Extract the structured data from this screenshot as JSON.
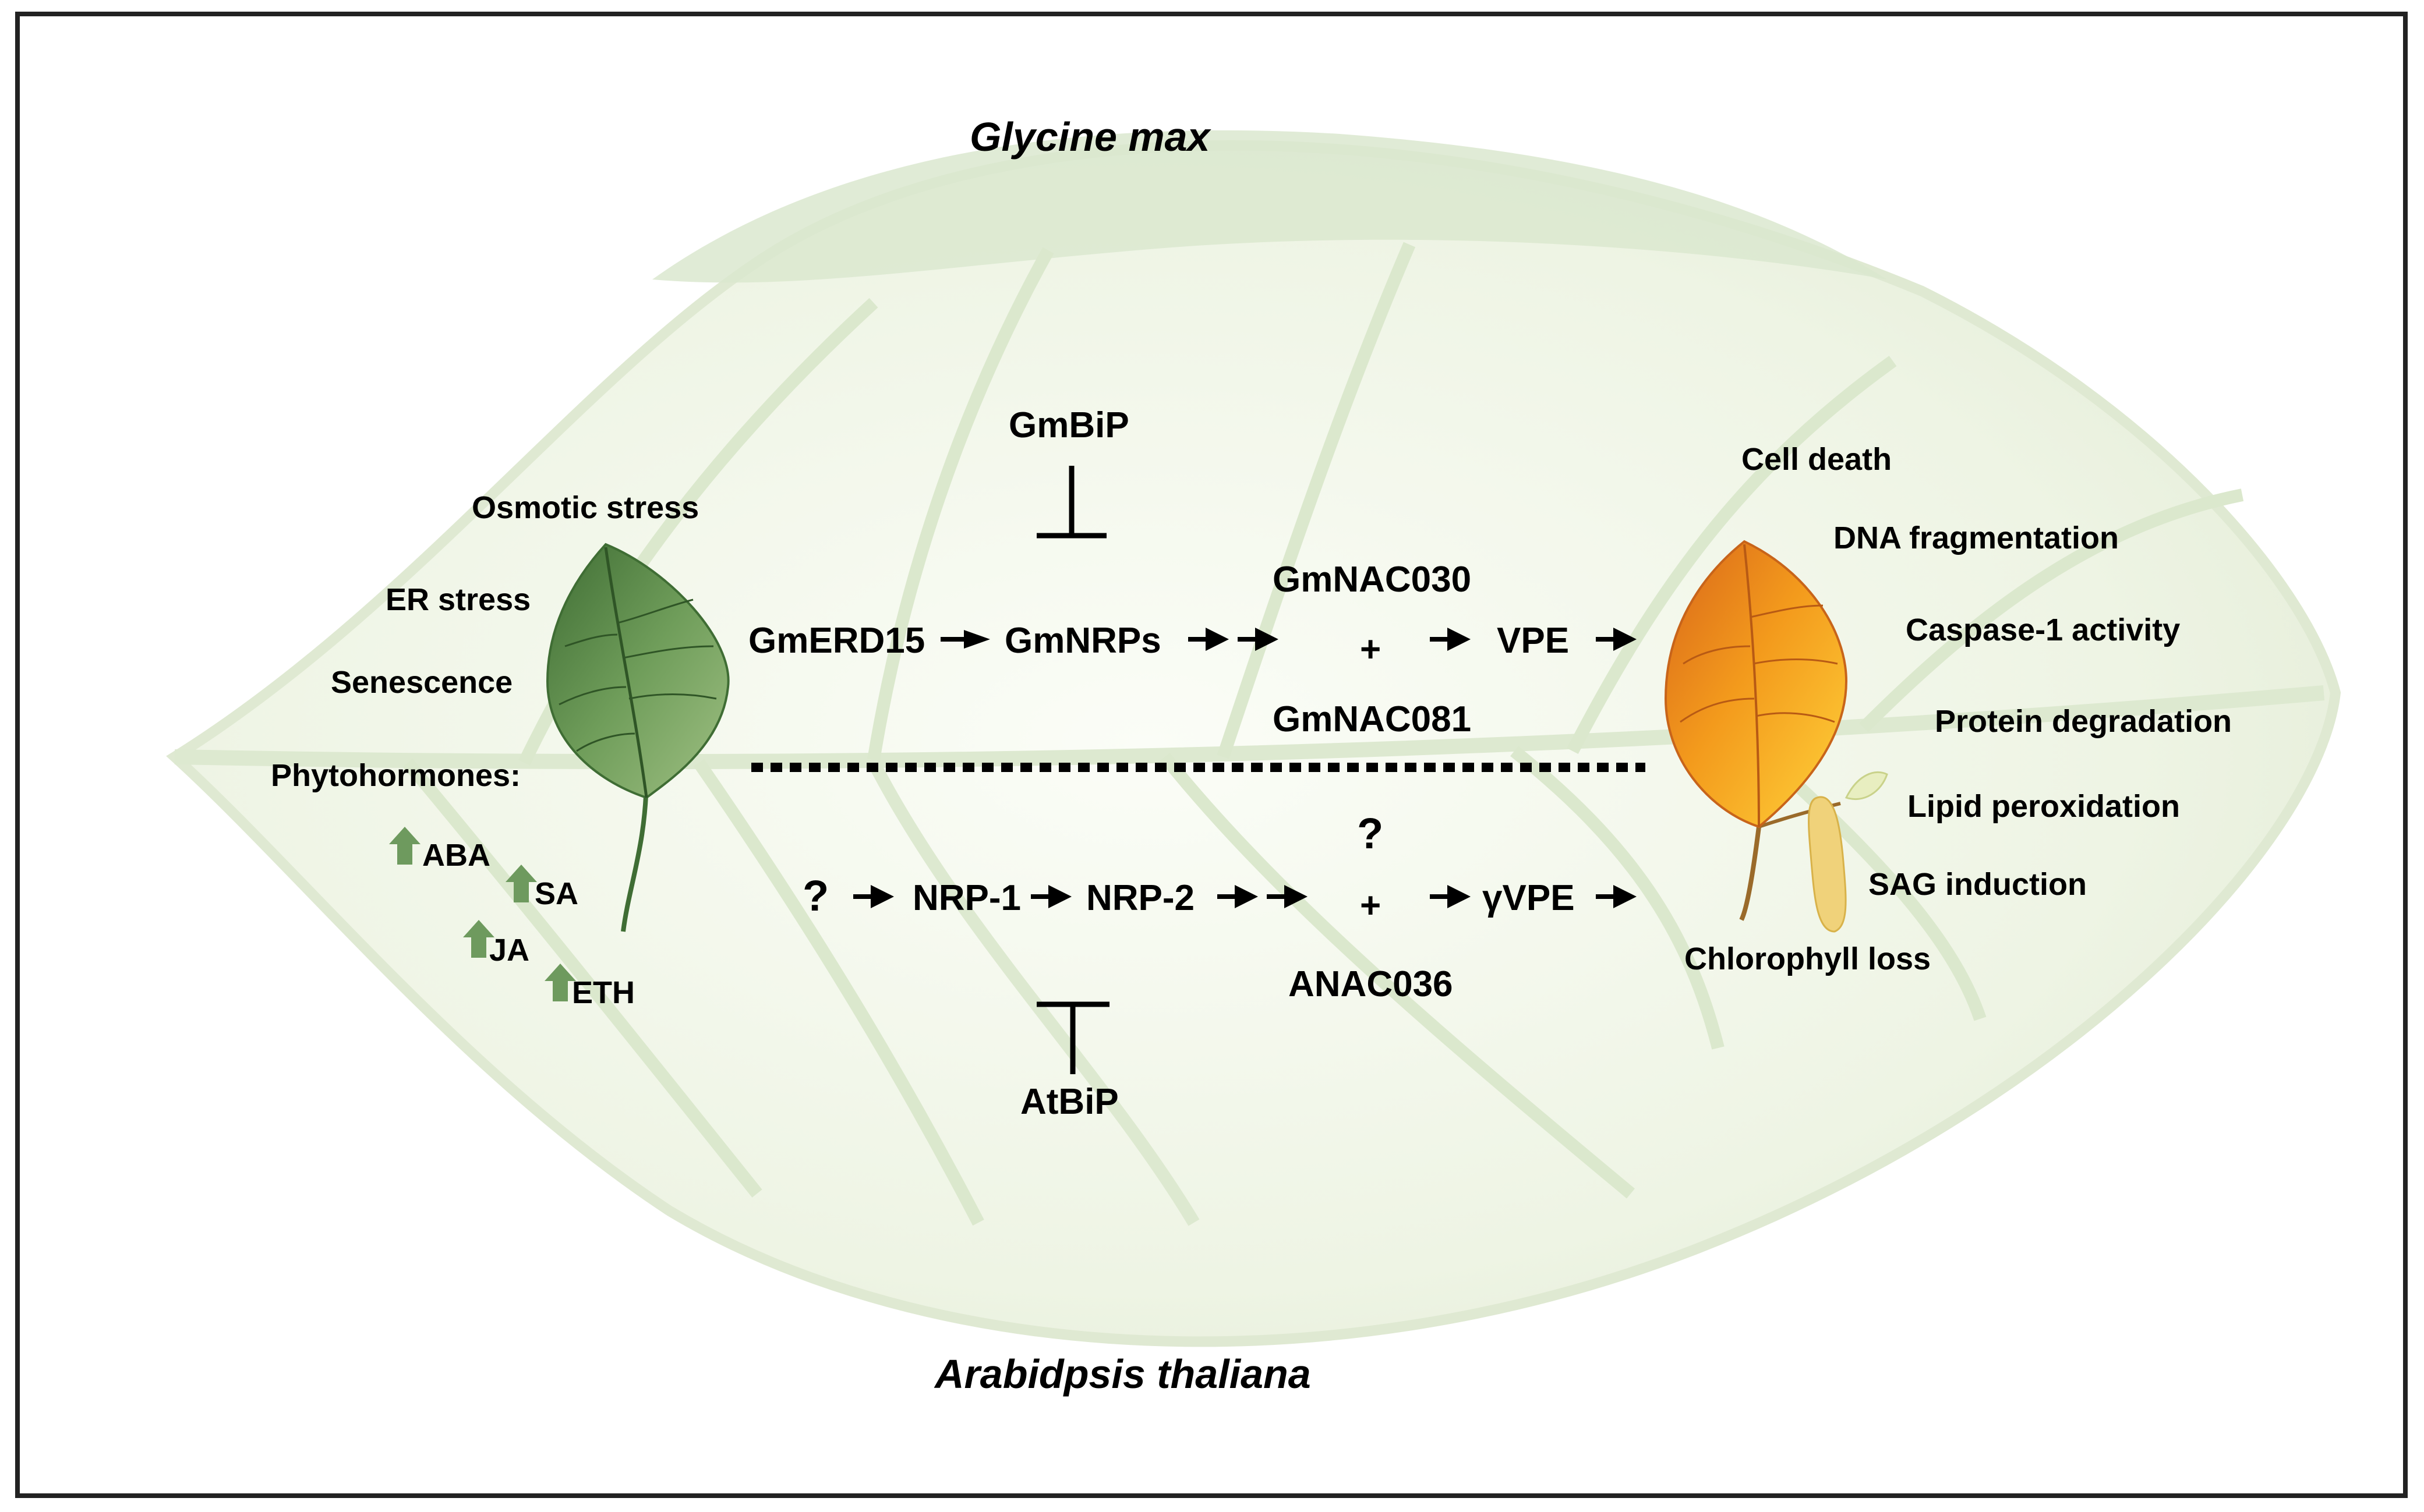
{
  "titles": {
    "top": "Glycine max",
    "bottom": "Arabidpsis thaliana"
  },
  "stimuli": {
    "osmotic": "Osmotic stress",
    "er": "ER stress",
    "senescence": "Senescence",
    "phytohormones": "Phytohormones:",
    "hormones": [
      "ABA",
      "SA",
      "JA",
      "ETH"
    ]
  },
  "soybean_pathway": {
    "inhibitor": "GmBiP",
    "erd15": "GmERD15",
    "nrps": "GmNRPs",
    "nac_top": "GmNAC030",
    "plus": "+",
    "nac_bottom": "GmNAC081",
    "vpe": "VPE"
  },
  "arabidopsis_pathway": {
    "unknown_start": "?",
    "nrp1": "NRP-1",
    "nrp2": "NRP-2",
    "unknown_top": "?",
    "plus": "+",
    "nac": "ANAC036",
    "vpe": "γVPE",
    "inhibitor": "AtBiP"
  },
  "outcomes": [
    "Cell death",
    "DNA fragmentation",
    "Caspase-1 activity",
    "Protein degradation",
    "Lipid peroxidation",
    "SAG induction",
    "Chlorophyll loss"
  ],
  "colors": {
    "background_leaf": "#eef4e6",
    "leaf_vein": "#d6e6c8",
    "green_leaf": "#6b9a55",
    "hormone_arrow": "#6e9a5e",
    "senescent_leaf": "#f2a21a",
    "border": "#222222"
  }
}
